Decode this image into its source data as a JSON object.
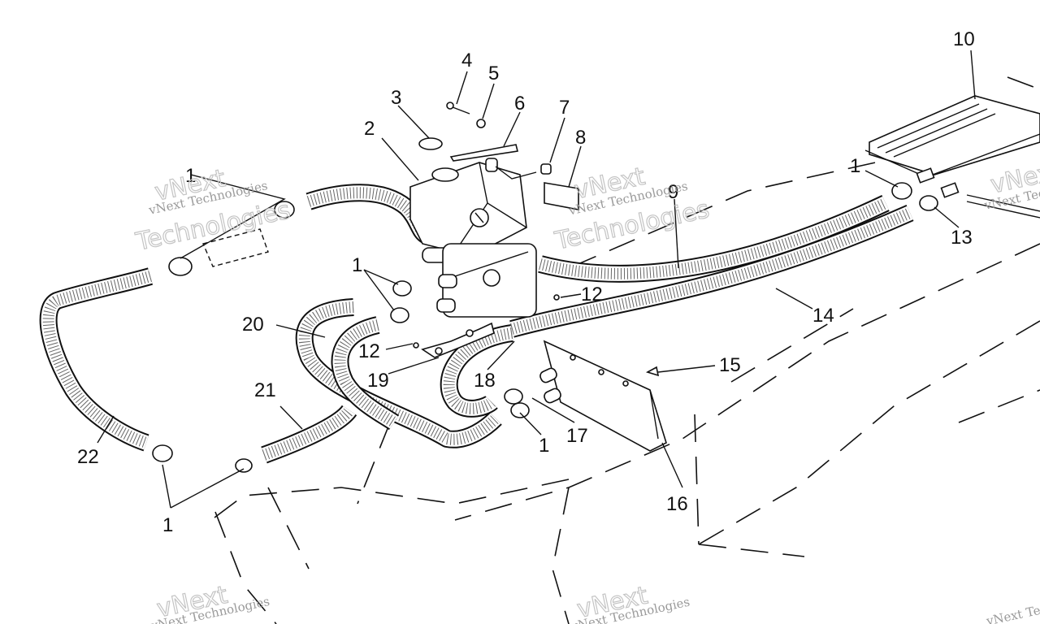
{
  "labels": {
    "l1": "1",
    "l2": "2",
    "l3": "3",
    "l4": "4",
    "l5": "5",
    "l6": "6",
    "l7": "7",
    "l8": "8",
    "l9": "9",
    "l10": "10",
    "l12": "12",
    "l13": "13",
    "l14": "14",
    "l15": "15",
    "l16": "16",
    "l17": "17",
    "l18": "18",
    "l19": "19",
    "l20": "20",
    "l21": "21",
    "l22": "22"
  },
  "watermark": {
    "small": "vNext Technologies",
    "big_top": "vNext",
    "big_bottom": "Technologies"
  },
  "colors": {
    "ink": "#111111",
    "watermark": "#9a9a9a"
  }
}
